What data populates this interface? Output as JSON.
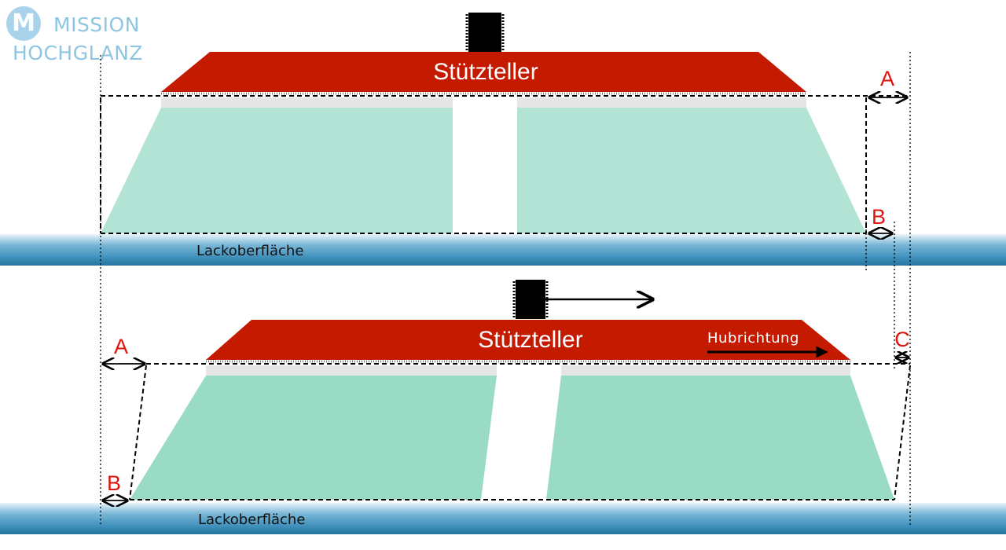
{
  "logo": {
    "badge": "M",
    "line1": "MISSION",
    "line2": "HOCHGLANZ"
  },
  "top": {
    "plate_label": "Stützteller",
    "surface_label": "Lackoberfläche",
    "dim_a": "A",
    "dim_b": "B"
  },
  "bottom": {
    "plate_label": "Stützteller",
    "direction_label": "Hubrichtung",
    "surface_label": "Lackoberfläche",
    "dim_a": "A",
    "dim_b": "B",
    "dim_c": "C"
  },
  "colors": {
    "plate": "#c31a00",
    "pad_top": "#b3e3d4",
    "pad_bottom": "#9adbc5",
    "foam_strip": "#e6e6e6",
    "dim_label": "#e0140c",
    "logo": "#8ec6e2"
  }
}
